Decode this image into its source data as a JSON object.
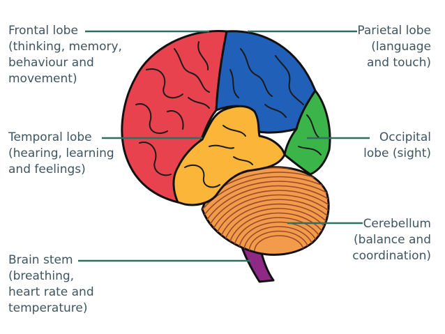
{
  "colors": {
    "frontal": "#e8424f",
    "parietal": "#2060b8",
    "occipital": "#3bb44a",
    "temporal": "#fbb63a",
    "cerebellum": "#f29b4a",
    "cerebellum_lines": "#9a4a2a",
    "brainstem": "#8e2a86",
    "leader_line": "#2f6f5f",
    "outline": "#111111",
    "label_text": "#3d5560"
  },
  "labels": {
    "frontal": {
      "lines": [
        "Frontal lobe",
        "(thinking, memory,",
        "behaviour and",
        "movement)"
      ]
    },
    "temporal": {
      "lines": [
        "Temporal lobe",
        "(hearing, learning",
        "and feelings)"
      ]
    },
    "brainstem": {
      "lines": [
        "Brain stem",
        "(breathing,",
        "heart rate and",
        "temperature)"
      ]
    },
    "parietal": {
      "lines": [
        "Parietal lobe",
        "(language",
        "and touch)"
      ]
    },
    "occipital": {
      "lines": [
        "Occipital",
        "lobe (sight)"
      ]
    },
    "cerebellum": {
      "lines": [
        "Cerebellum",
        "(balance and",
        "coordination)"
      ]
    }
  }
}
